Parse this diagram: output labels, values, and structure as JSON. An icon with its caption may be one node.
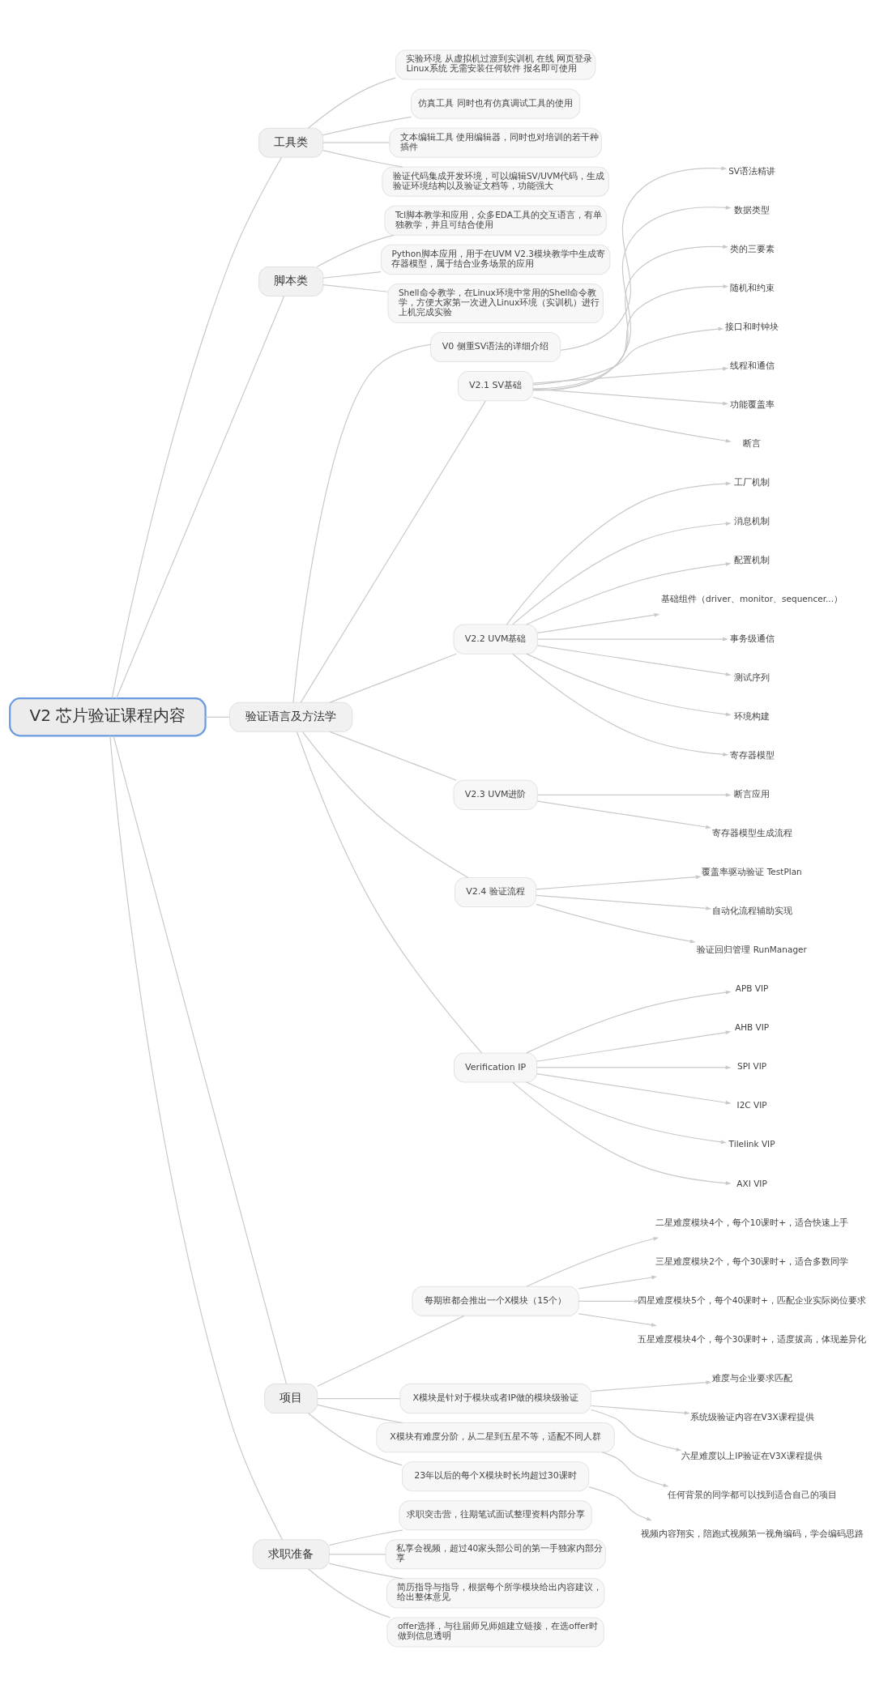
{
  "diagram": {
    "nodes": [
      {
        "text": [
          "V2 芯片验证课程内容"
        ]
      },
      {
        "text": [
          "工具类"
        ]
      },
      {
        "text": [
          "实验环境 从虚拟机过渡到实训机 在线 网页登录 Linux系统 无需安装任何软件 报名即可使用"
        ]
      },
      {
        "text": [
          "仿真工具 同时也有仿真调试工具的使用"
        ]
      },
      {
        "text": [
          "文本编辑工具 使用编辑器，同时也对培训的若干种插件"
        ]
      },
      {
        "text": [
          "验证代码集成开发环境，可以编辑SV/UVM代码，生成验证环境结构以及验证文档等，功能强大"
        ]
      },
      {
        "text": [
          "脚本类"
        ]
      },
      {
        "text": [
          "Tcl脚本教学和应用，众多EDA工具的交互语言，有单独教学，并且可结合使用"
        ]
      },
      {
        "text": [
          "Python脚本应用，用于在UVM V2.3模块教学中生成寄存器模型，属于结合业务场景的应用"
        ]
      },
      {
        "text": [
          "Shell命令教学，在Linux环境中常用的Shell命令教学，方便大家第一次进入Linux环境（实训机）进行上机完成实验"
        ]
      },
      {
        "text": [
          "验证语言及方法学"
        ]
      },
      {
        "text": [
          "V0 侧重SV语法的详细介绍"
        ]
      },
      {
        "text": [
          "SV语法精讲"
        ]
      },
      {
        "text": [
          "V2.1 SV基础"
        ]
      },
      {
        "text": [
          "数据类型"
        ]
      },
      {
        "text": [
          "类的三要素"
        ]
      },
      {
        "text": [
          "随机和约束"
        ]
      },
      {
        "text": [
          "接口和时钟块"
        ]
      },
      {
        "text": [
          "线程和通信"
        ]
      },
      {
        "text": [
          "功能覆盖率"
        ]
      },
      {
        "text": [
          "断言"
        ]
      },
      {
        "text": [
          "V2.2 UVM基础"
        ]
      },
      {
        "text": [
          "工厂机制"
        ]
      },
      {
        "text": [
          "消息机制"
        ]
      },
      {
        "text": [
          "配置机制"
        ]
      },
      {
        "text": [
          "基础组件（driver、monitor、sequencer...）"
        ]
      },
      {
        "text": [
          "事务级通信"
        ]
      },
      {
        "text": [
          "测试序列"
        ]
      },
      {
        "text": [
          "环境构建"
        ]
      },
      {
        "text": [
          "寄存器模型"
        ]
      },
      {
        "text": [
          "V2.3 UVM进阶"
        ]
      },
      {
        "text": [
          "断言应用"
        ]
      },
      {
        "text": [
          "寄存器模型生成流程"
        ]
      },
      {
        "text": [
          "V2.4 验证流程"
        ]
      },
      {
        "text": [
          "覆盖率驱动验证 TestPlan"
        ]
      },
      {
        "text": [
          "自动化流程辅助实现"
        ]
      },
      {
        "text": [
          "验证回归管理 RunManager"
        ]
      },
      {
        "text": [
          "Verification IP"
        ]
      },
      {
        "text": [
          "APB VIP"
        ]
      },
      {
        "text": [
          "AHB VIP"
        ]
      },
      {
        "text": [
          "SPI VIP"
        ]
      },
      {
        "text": [
          "I2C VIP"
        ]
      },
      {
        "text": [
          "Tilelink VIP"
        ]
      },
      {
        "text": [
          "AXI VIP"
        ]
      },
      {
        "text": [
          "项目"
        ]
      },
      {
        "text": [
          "每期班都会推出一个X模块（15个）"
        ]
      },
      {
        "text": [
          "二星难度模块4个，每个10课时+，适合快速上手"
        ]
      },
      {
        "text": [
          "三星难度模块2个，每个30课时+，适合多数同学"
        ]
      },
      {
        "text": [
          "四星难度模块5个，每个40课时+，匹配企业实际岗位要求"
        ]
      },
      {
        "text": [
          "五星难度模块4个，每个30课时+，适度拔高，体现差异化"
        ]
      },
      {
        "text": [
          "X模块是针对于模块或者IP做的模块级验证"
        ]
      },
      {
        "text": [
          "难度与企业要求匹配"
        ]
      },
      {
        "text": [
          "系统级验证内容在V3X课程提供"
        ]
      },
      {
        "text": [
          "六星难度以上IP验证在V3X课程提供"
        ]
      },
      {
        "text": [
          "X模块有难度分阶，从二星到五星不等，适配不同人群"
        ]
      },
      {
        "text": [
          "任何背景的同学都可以找到适合自己的项目"
        ]
      },
      {
        "text": [
          "23年以后的每个X模块时长均超过30课时"
        ]
      },
      {
        "text": [
          "视频内容翔实，陪跑式视频第一视角编码，学会编码思路"
        ]
      },
      {
        "text": [
          "求职准备"
        ]
      },
      {
        "text": [
          "求职突击营，往期笔试面试整理资料内部分享"
        ]
      },
      {
        "text": [
          "私享会视频，超过40家头部公司的第一手独家内部分享"
        ]
      },
      {
        "text": [
          "简历指导与指导，根据每个所学模块给出内容建议，给出整体意见"
        ]
      },
      {
        "text": [
          "offer选择，与往届师兄师姐建立链接，在选offer时做到信息透明"
        ]
      }
    ],
    "edges": [
      {
        "from": 0,
        "to": 1,
        "arrow": "none"
      },
      {
        "from": 1,
        "to": 2,
        "arrow": "none"
      },
      {
        "from": 1,
        "to": 3,
        "arrow": "none"
      },
      {
        "from": 1,
        "to": 4,
        "arrow": "none"
      },
      {
        "from": 1,
        "to": 5,
        "arrow": "none"
      },
      {
        "from": 0,
        "to": 6,
        "arrow": "none"
      },
      {
        "from": 6,
        "to": 7,
        "arrow": "none"
      },
      {
        "from": 6,
        "to": 8,
        "arrow": "none"
      },
      {
        "from": 6,
        "to": 9,
        "arrow": "none"
      },
      {
        "from": 0,
        "to": 10,
        "arrow": "none"
      },
      {
        "from": 10,
        "to": 11,
        "arrow": "none"
      },
      {
        "from": 11,
        "to": 12,
        "arrow": "to"
      },
      {
        "from": 10,
        "to": 13,
        "arrow": "none"
      },
      {
        "from": 13,
        "to": 14,
        "arrow": "to"
      },
      {
        "from": 13,
        "to": 15,
        "arrow": "to"
      },
      {
        "from": 13,
        "to": 16,
        "arrow": "to"
      },
      {
        "from": 13,
        "to": 17,
        "arrow": "to"
      },
      {
        "from": 13,
        "to": 18,
        "arrow": "to"
      },
      {
        "from": 13,
        "to": 19,
        "arrow": "to"
      },
      {
        "from": 13,
        "to": 20,
        "arrow": "to"
      },
      {
        "from": 10,
        "to": 21,
        "arrow": "none"
      },
      {
        "from": 21,
        "to": 22,
        "arrow": "to"
      },
      {
        "from": 21,
        "to": 23,
        "arrow": "to"
      },
      {
        "from": 21,
        "to": 24,
        "arrow": "to"
      },
      {
        "from": 21,
        "to": 25,
        "arrow": "to"
      },
      {
        "from": 21,
        "to": 26,
        "arrow": "to"
      },
      {
        "from": 21,
        "to": 27,
        "arrow": "to"
      },
      {
        "from": 21,
        "to": 28,
        "arrow": "to"
      },
      {
        "from": 21,
        "to": 29,
        "arrow": "to"
      },
      {
        "from": 10,
        "to": 30,
        "arrow": "none"
      },
      {
        "from": 30,
        "to": 31,
        "arrow": "to"
      },
      {
        "from": 30,
        "to": 32,
        "arrow": "to"
      },
      {
        "from": 10,
        "to": 33,
        "arrow": "none"
      },
      {
        "from": 33,
        "to": 34,
        "arrow": "to"
      },
      {
        "from": 33,
        "to": 35,
        "arrow": "to"
      },
      {
        "from": 33,
        "to": 36,
        "arrow": "to"
      },
      {
        "from": 10,
        "to": 37,
        "arrow": "none"
      },
      {
        "from": 37,
        "to": 38,
        "arrow": "to"
      },
      {
        "from": 37,
        "to": 39,
        "arrow": "to"
      },
      {
        "from": 37,
        "to": 40,
        "arrow": "to"
      },
      {
        "from": 37,
        "to": 41,
        "arrow": "to"
      },
      {
        "from": 37,
        "to": 42,
        "arrow": "to"
      },
      {
        "from": 37,
        "to": 43,
        "arrow": "to"
      },
      {
        "from": 0,
        "to": 44,
        "arrow": "none"
      },
      {
        "from": 44,
        "to": 45,
        "arrow": "none"
      },
      {
        "from": 45,
        "to": 46,
        "arrow": "to"
      },
      {
        "from": 45,
        "to": 47,
        "arrow": "to"
      },
      {
        "from": 45,
        "to": 48,
        "arrow": "to"
      },
      {
        "from": 45,
        "to": 49,
        "arrow": "to"
      },
      {
        "from": 44,
        "to": 50,
        "arrow": "none"
      },
      {
        "from": 50,
        "to": 51,
        "arrow": "to"
      },
      {
        "from": 50,
        "to": 52,
        "arrow": "to"
      },
      {
        "from": 50,
        "to": 53,
        "arrow": "to"
      },
      {
        "from": 44,
        "to": 54,
        "arrow": "none"
      },
      {
        "from": 54,
        "to": 55,
        "arrow": "to"
      },
      {
        "from": 44,
        "to": 56,
        "arrow": "none"
      },
      {
        "from": 56,
        "to": 57,
        "arrow": "to"
      },
      {
        "from": 0,
        "to": 58,
        "arrow": "none"
      },
      {
        "from": 58,
        "to": 59,
        "arrow": "none"
      },
      {
        "from": 58,
        "to": 60,
        "arrow": "none"
      },
      {
        "from": 58,
        "to": 61,
        "arrow": "none"
      },
      {
        "from": 58,
        "to": 62,
        "arrow": "none"
      }
    ]
  }
}
